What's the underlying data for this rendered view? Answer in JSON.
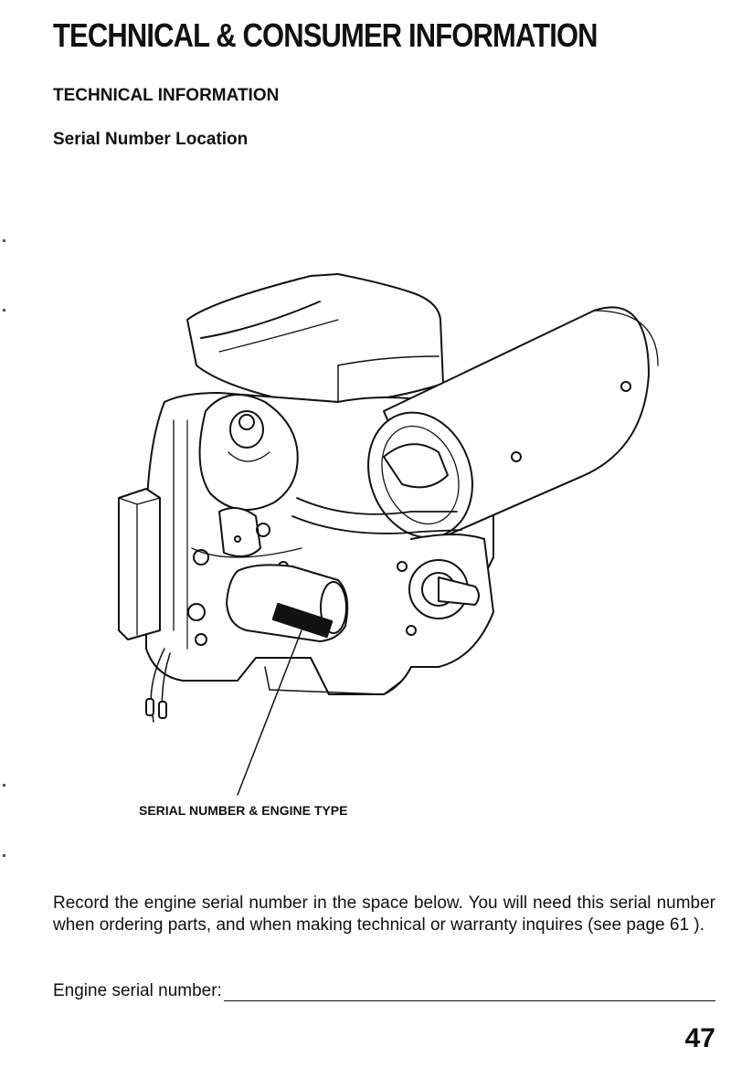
{
  "page": {
    "title": "TECHNICAL & CONSUMER INFORMATION",
    "section": "TECHNICAL INFORMATION",
    "subsection": "Serial Number Location",
    "figure": {
      "callout": "SERIAL NUMBER & ENGINE TYPE"
    },
    "paragraph": "Record the engine serial number in the space below. You will need this serial number when ordering parts, and when making technical or warranty inquires (see page 61 ).",
    "serial_label": "Engine serial number:",
    "page_number": "47"
  }
}
